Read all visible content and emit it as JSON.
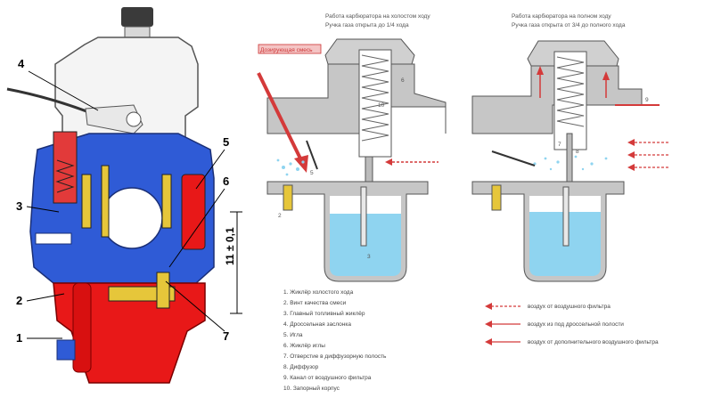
{
  "left": {
    "labels": [
      "1",
      "2",
      "3",
      "4",
      "5",
      "6",
      "7"
    ],
    "dimension": "11 ± 0,1"
  },
  "panel1": {
    "caption_line1": "Работа карбюратора на холостом ходу",
    "caption_line2": "Ручка газа открыта до 1/4 хода",
    "tag": "Дозирующая смесь",
    "num_6": "6",
    "num_10": "10",
    "num_5": "5",
    "num_2": "2",
    "num_3": "3"
  },
  "panel2": {
    "caption_line1": "Работа карбюратора на полном ходу",
    "caption_line2": "Ручка газа открыта от 3/4 до полного хода",
    "num_9": "9",
    "num_7": "7",
    "num_8": "8"
  },
  "legend_left": [
    "1. Жиклёр холостого хода",
    "2. Винт качества смеси",
    "3. Главный топливный жиклёр",
    "4. Дроссельная заслонка",
    "5. Игла",
    "6. Жиклёр иглы",
    "7. Отверстие в диффузорную полость",
    "8. Диффузор",
    "9. Канал от воздушного фильтра",
    "10. Запорный корпус"
  ],
  "legend_right": [
    "воздух от воздушного фильтра",
    "воздух из под дроссельной полости",
    "воздух от дополнительного воздушного фильтра"
  ],
  "colors": {
    "blue_body": "#2f5bd6",
    "red_fuel": "#e81818",
    "yellow_part": "#e6c63a",
    "fuel_cyan": "#8fd4f0",
    "grey_body": "#bfbfbf",
    "arrow_red": "#d43a3a"
  }
}
